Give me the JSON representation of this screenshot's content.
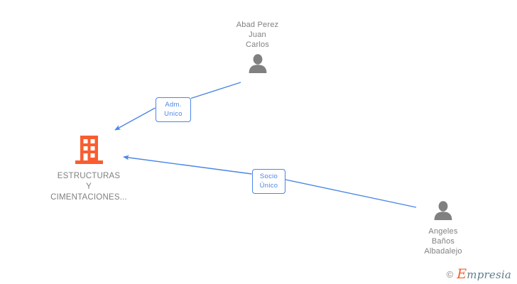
{
  "page": {
    "title": "Corporate relationship graph",
    "background": "#ffffff"
  },
  "colors": {
    "edge": "#4a86e8",
    "label_border": "#4a86e8",
    "label_text": "#4a86e8",
    "node_text": "#808080",
    "company_icon": "#f95d2f",
    "person_icon": "#808080",
    "brand_initial": "#f1612a",
    "brand_text": "#5f7d8c",
    "copyright": "#8a8a8a"
  },
  "nodes": {
    "company": {
      "id": "company",
      "icon": "building-icon",
      "label": "ESTRUCTURAS\nY\nCIMENTACIONES..."
    },
    "person_top": {
      "id": "person-top",
      "icon": "person-icon",
      "label": "Abad Perez\nJuan\nCarlos"
    },
    "person_bottom": {
      "id": "person-bottom",
      "icon": "person-icon",
      "label": "Angeles\nBaños\nAlbadalejo"
    }
  },
  "relations": [
    {
      "id": "adm-unico",
      "label": "Adm.\nUnico",
      "from": "person_top",
      "to": "company"
    },
    {
      "id": "socio-unico",
      "label": "Socio\nÚnico",
      "from": "person_bottom",
      "to": "company"
    }
  ],
  "watermark": {
    "copyright_symbol": "©",
    "brand_initial": "E",
    "brand_rest": "mpresia"
  }
}
